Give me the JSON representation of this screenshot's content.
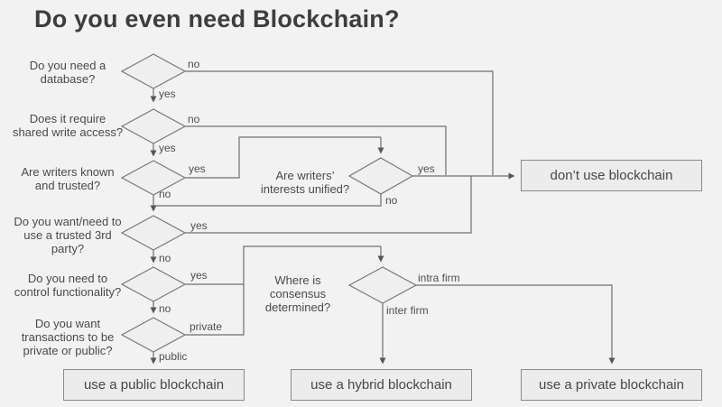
{
  "title": "Do you even need Blockchain?",
  "colors": {
    "background": "#f2f2f2",
    "node_fill": "#efefef",
    "node_border": "#777777",
    "connector": "#6f6f6f",
    "text": "#4a4a4a",
    "title_text": "#3d3d3d"
  },
  "decisions": [
    {
      "id": "database",
      "question": [
        "Do you need a",
        "database?"
      ],
      "right_label": "no",
      "down_label": "yes"
    },
    {
      "id": "shared-write",
      "question": [
        "Does it require",
        "shared write access?"
      ],
      "right_label": "no",
      "down_label": "yes"
    },
    {
      "id": "writers-known",
      "question": [
        "Are writers known",
        "and trusted?"
      ],
      "right_label": "yes",
      "down_label": "no"
    },
    {
      "id": "interests",
      "question": [
        "Are writers’",
        "interests unified?"
      ],
      "right_label": "yes",
      "down_label": "no"
    },
    {
      "id": "third-party",
      "question": [
        "Do you want/need to",
        "use a trusted 3rd",
        "party?"
      ],
      "right_label": "yes",
      "down_label": "no"
    },
    {
      "id": "functionality",
      "question": [
        "Do you need to",
        "control functionality?"
      ],
      "right_label": "yes",
      "down_label": "no"
    },
    {
      "id": "consensus",
      "question": [
        "Where is consensus",
        "determined?"
      ],
      "right_label": "intra firm",
      "down_label": "inter firm"
    },
    {
      "id": "private-public",
      "question": [
        "Do you want",
        "transactions to be",
        "private or public?"
      ],
      "right_label": "private",
      "down_label": "public"
    }
  ],
  "outcomes": [
    {
      "id": "dont-use",
      "label": "don’t use blockchain"
    },
    {
      "id": "public",
      "label": "use a public blockchain"
    },
    {
      "id": "hybrid",
      "label": "use a hybrid blockchain"
    },
    {
      "id": "private",
      "label": "use a private blockchain"
    }
  ]
}
